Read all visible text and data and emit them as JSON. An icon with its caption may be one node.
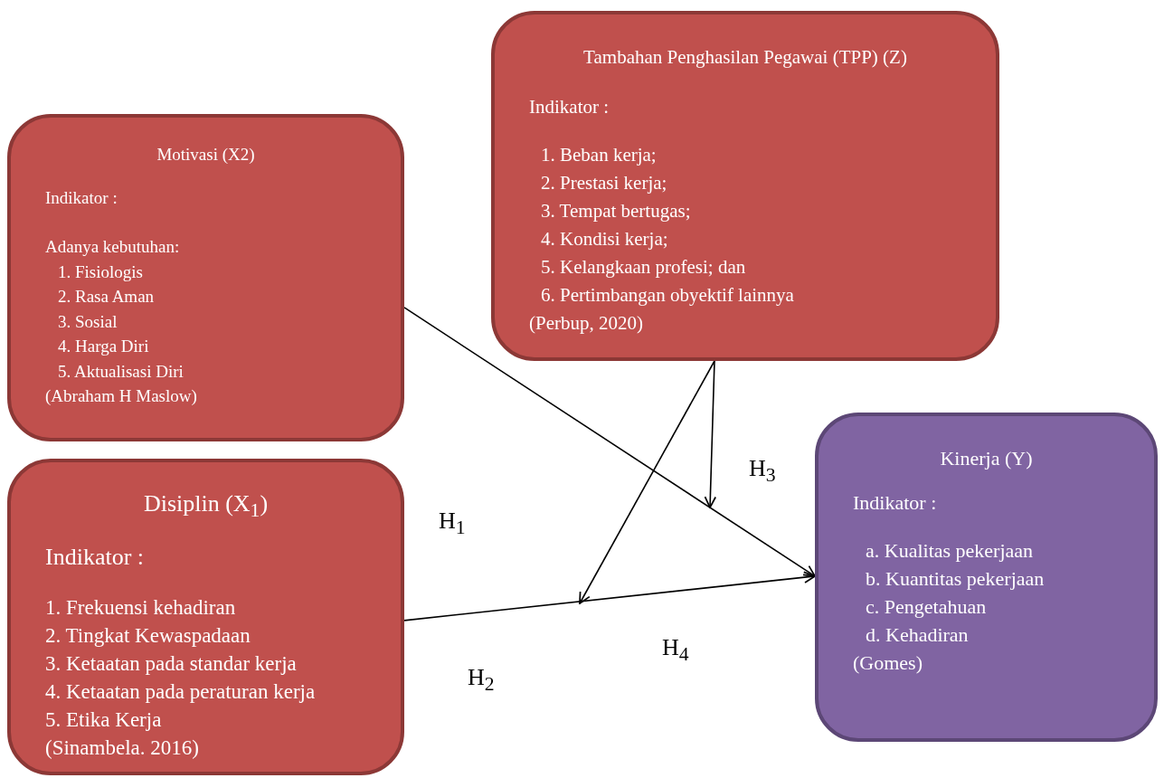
{
  "diagram": {
    "nodes": [
      {
        "text": [
          "Tambahan Penghasilan Pegawai (TPP) (Z)",
          "Indikator :",
          "1. Beban kerja;",
          "2. Prestasi kerja;",
          "3. Tempat bertugas;",
          "4. Kondisi kerja;",
          "5. Kelangkaan profesi; dan",
          "6. Pertimbangan obyektif lainnya",
          "(Perbup, 2020)"
        ]
      },
      {
        "text": [
          "Motivasi (X2)",
          "Indikator :",
          "Adanya kebutuhan:",
          "1. Fisiologis",
          "2. Rasa Aman",
          "3. Sosial",
          "4. Harga Diri",
          "5. Aktualisasi Diri",
          "(Abraham H Maslow)"
        ]
      },
      {
        "text": [
          "Disiplin (X$_{1}$)",
          "Indikator :",
          "1. Frekuensi kehadiran",
          "2. Tingkat Kewaspadaan",
          "3. Ketaatan pada standar kerja",
          "4. Ketaatan pada peraturan kerja",
          "5. Etika Kerja",
          "(Sinambela. 2016)"
        ]
      },
      {
        "text": [
          "Kinerja (Y)",
          "Indikator :",
          "a. Kualitas pekerjaan",
          "b. Kuantitas pekerjaan",
          "c. Pengetahuan",
          "d. Kehadiran",
          "(Gomes)"
        ]
      }
    ],
    "edges": [
      {
        "from": 1,
        "to": 3,
        "arrow": "to"
      },
      {
        "from": 2,
        "to": 3,
        "arrow": "to"
      },
      {
        "from": 0,
        "to": null,
        "arrow": "to"
      },
      {
        "from": 0,
        "to": null,
        "arrow": "to"
      }
    ],
    "labels": [
      "H$_{3}$",
      "H$_{1}$",
      "H$_{4}$",
      "H$_{2}$"
    ]
  }
}
